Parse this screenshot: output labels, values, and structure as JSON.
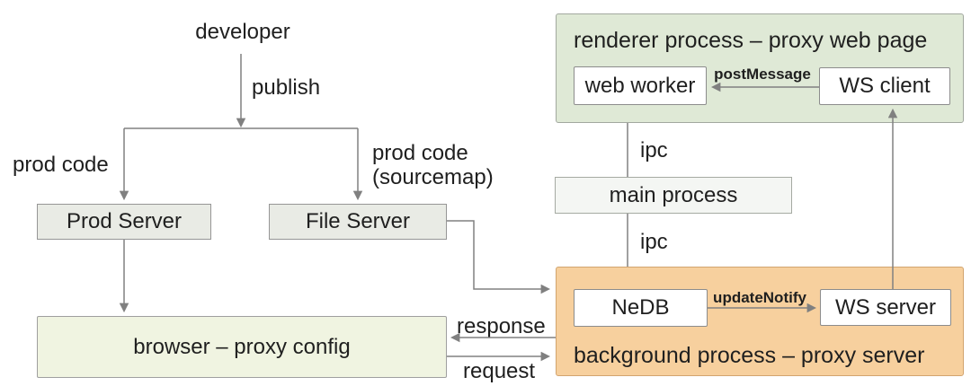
{
  "diagram": {
    "nodes": {
      "prod_server": "Prod Server",
      "file_server": "File Server",
      "browser": "browser – proxy config",
      "renderer_process": "renderer process – proxy web page",
      "web_worker": "web worker",
      "ws_client": "WS client",
      "main_process": "main process",
      "background_process": "background process – proxy server",
      "nedb": "NeDB",
      "ws_server": "WS server"
    },
    "edge_labels": {
      "developer": "developer",
      "publish": "publish",
      "prod_code": "prod code",
      "prod_code_sourcemap_l1": "prod code",
      "prod_code_sourcemap_l2": "(sourcemap)",
      "response": "response",
      "request": "request",
      "ipc_top": "ipc",
      "ipc_bottom": "ipc",
      "post_message": "postMessage",
      "update_notify": "updateNotify"
    },
    "colors": {
      "renderer_fill": "#dfe9d6",
      "renderer_border": "#a2a89f",
      "background_fill": "#f7d09e",
      "background_border": "#d2a46f",
      "server_fill": "#e9ebe5",
      "server_border": "#969696",
      "browser_fill": "#f0f4e1",
      "browser_border": "#9f9f9f",
      "main_fill": "#f4f6f3",
      "main_border": "#a5aaa2",
      "white_fill": "#ffffff",
      "white_border": "#8c8c8c",
      "line": "#808080",
      "text": "#1f1f1f"
    }
  }
}
